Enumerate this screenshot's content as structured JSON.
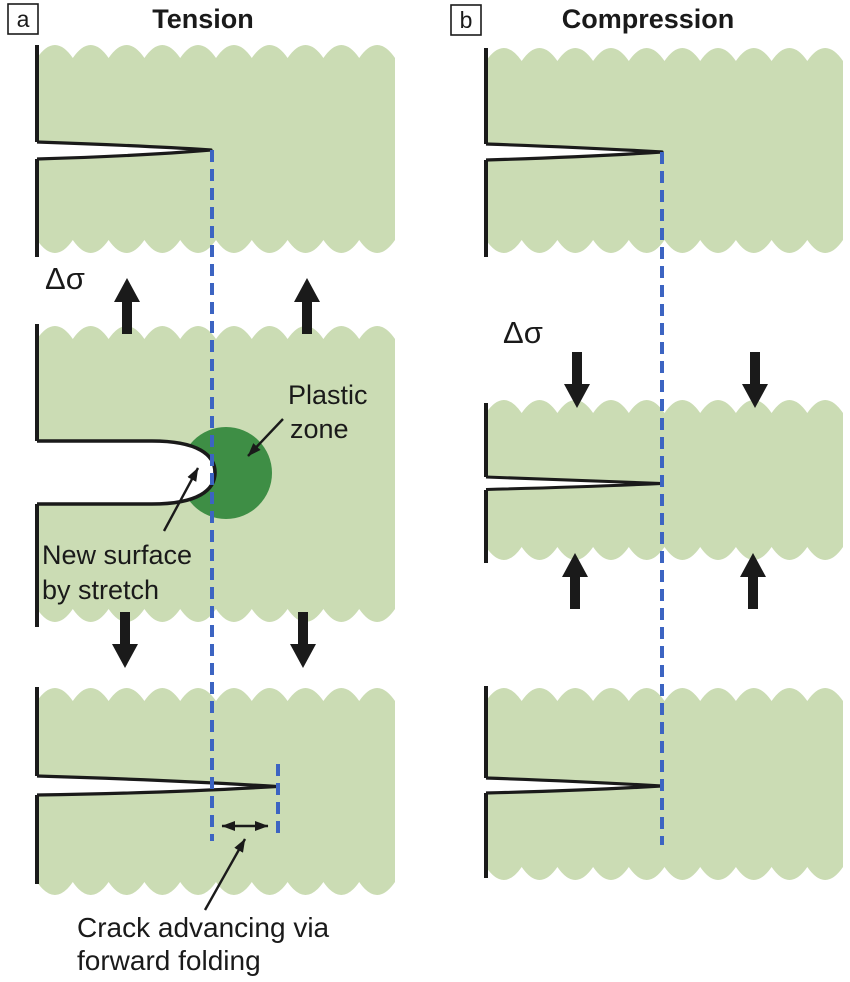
{
  "figure": {
    "panel_a": {
      "label": "a",
      "title": "Tension",
      "stress_label": "Δσ",
      "plastic_zone_label_line1": "Plastic",
      "plastic_zone_label_line2": "zone",
      "new_surface_label_line1": "New surface",
      "new_surface_label_line2": "by stretch",
      "crack_advance_label_line1": "Crack advancing via",
      "crack_advance_label_line2": "forward folding"
    },
    "panel_b": {
      "label": "b",
      "title": "Compression",
      "stress_label": "Δσ"
    },
    "colors": {
      "material_green": "#cbdcb4",
      "plastic_zone_green": "#3e8e45",
      "crack_plane_blue": "#3c64c2",
      "ink": "#1a1a1a"
    }
  }
}
